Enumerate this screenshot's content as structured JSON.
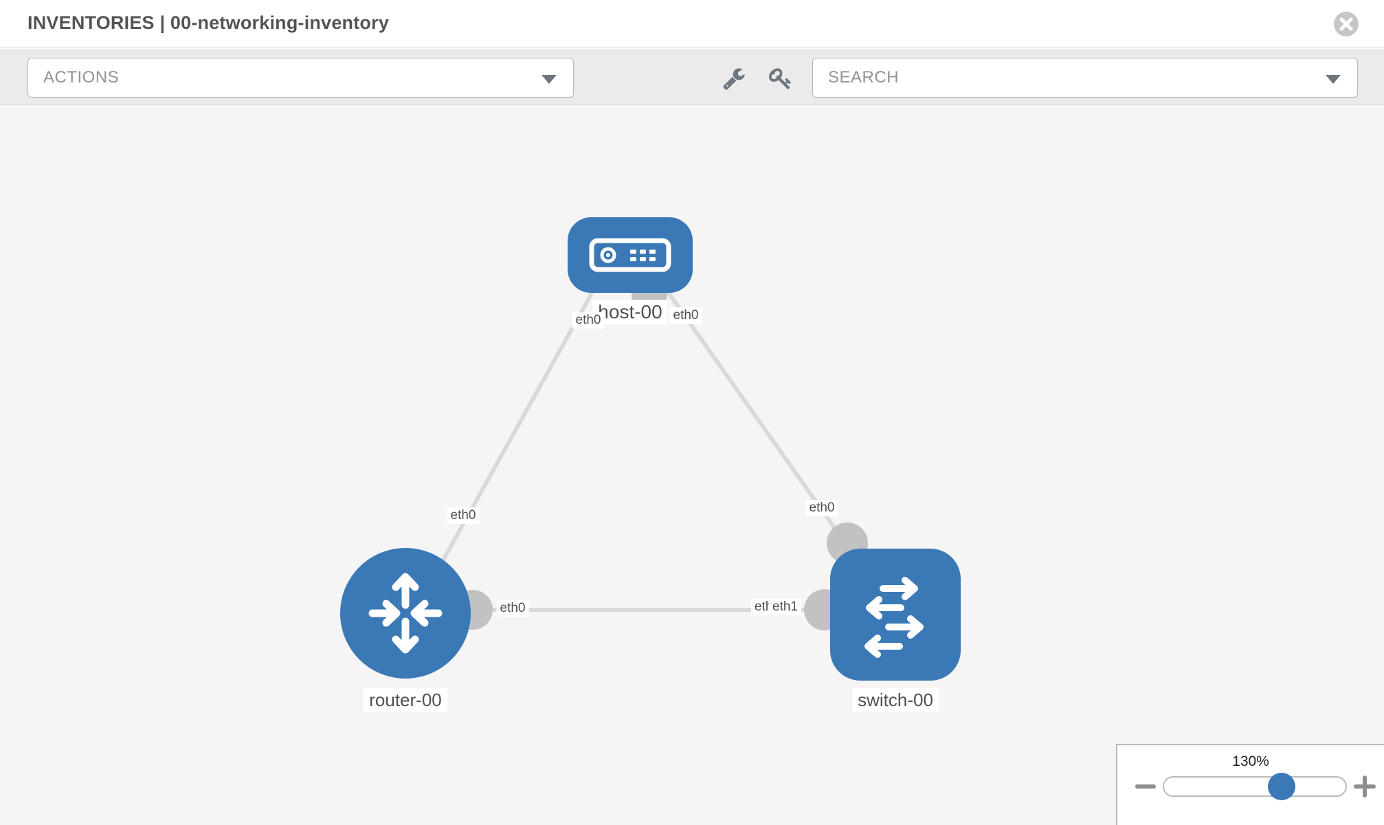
{
  "header": {
    "title": "INVENTORIES | 00-networking-inventory",
    "close_icon": "close-circle"
  },
  "toolbar": {
    "actions_label": "ACTIONS",
    "search_label": "SEARCH",
    "icons": [
      "wrench",
      "key"
    ],
    "caret_icon": "caret-down"
  },
  "diagram": {
    "nodes": [
      {
        "name": "host-00",
        "type": "host",
        "icon": "server-icon",
        "color": "#3a79b5"
      },
      {
        "name": "router-00",
        "type": "router",
        "icon": "router-arrows-icon",
        "color": "#3a79b5"
      },
      {
        "name": "switch-00",
        "type": "switch",
        "icon": "switch-arrows-icon",
        "color": "#3a79b5"
      }
    ],
    "links": [
      {
        "from": "host-00",
        "to": "router-00",
        "from_iface": "eth0",
        "to_iface": "eth0"
      },
      {
        "from": "host-00",
        "to": "switch-00",
        "from_iface": "eth0",
        "to_iface": "eth0"
      },
      {
        "from": "router-00",
        "to": "switch-00",
        "from_iface": "eth0",
        "to_iface": "eth1",
        "overlap_label": "eth0"
      }
    ],
    "colors": {
      "link": "#d9d9d9",
      "port": "#c2c2c2",
      "canvas_bg": "#f5f5f5"
    }
  },
  "zoom_panel": {
    "level": "130%",
    "minus_icon": "zoom-out",
    "plus_icon": "zoom-in",
    "thumb_color": "#3a79b5"
  }
}
